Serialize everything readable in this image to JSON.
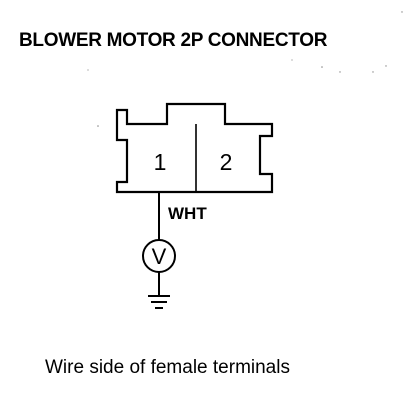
{
  "diagram": {
    "title": "BLOWER MOTOR 2P CONNECTOR",
    "connector": {
      "pins": [
        {
          "number": "1"
        },
        {
          "number": "2"
        }
      ]
    },
    "wire": {
      "color_label": "WHT"
    },
    "meter": {
      "icon": "voltmeter-icon",
      "symbol": "V"
    },
    "ground": {
      "icon": "ground-icon"
    },
    "caption": "Wire side of female terminals"
  }
}
